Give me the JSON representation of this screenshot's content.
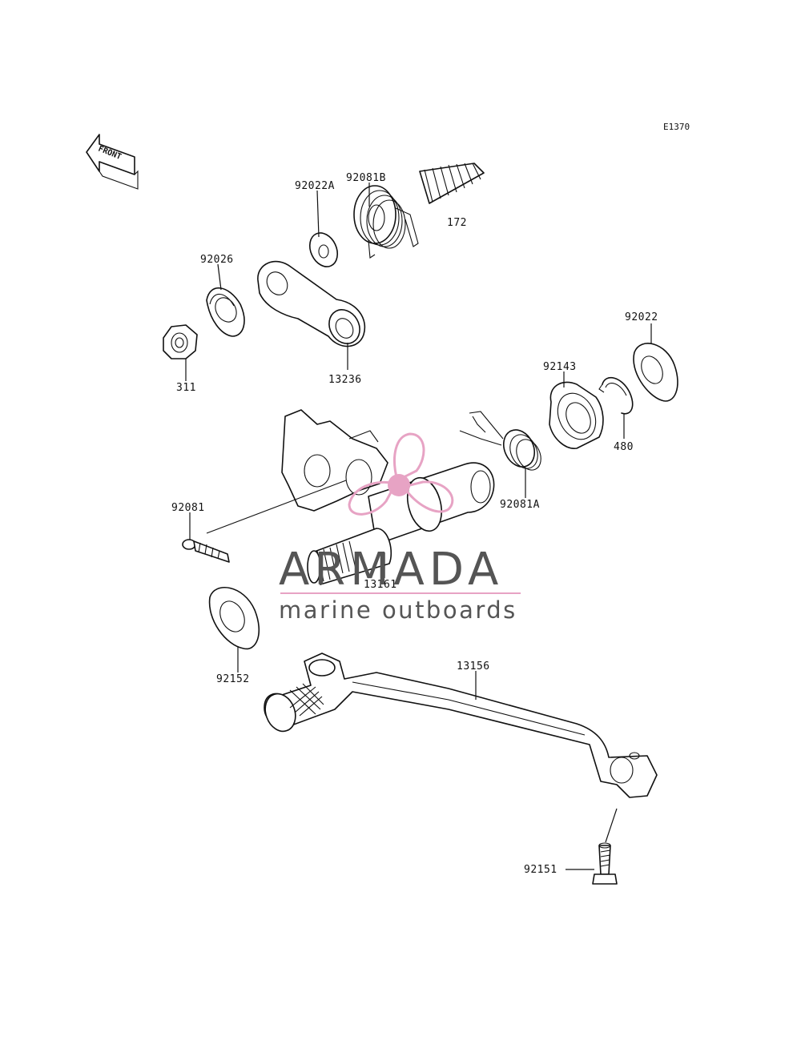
{
  "diagram": {
    "code": "E1370",
    "front_label": "FRONT",
    "parts": [
      {
        "id": "p92081b",
        "number": "92081B"
      },
      {
        "id": "p172",
        "number": "172"
      },
      {
        "id": "p92022a",
        "number": "92022A"
      },
      {
        "id": "p92026",
        "number": "92026"
      },
      {
        "id": "p311",
        "number": "311"
      },
      {
        "id": "p13236",
        "number": "13236"
      },
      {
        "id": "p92022",
        "number": "92022"
      },
      {
        "id": "p92143",
        "number": "92143"
      },
      {
        "id": "p480",
        "number": "480"
      },
      {
        "id": "p92081a",
        "number": "92081A"
      },
      {
        "id": "p92081",
        "number": "92081"
      },
      {
        "id": "p13161",
        "number": "13161"
      },
      {
        "id": "p92152",
        "number": "92152"
      },
      {
        "id": "p13156",
        "number": "13156"
      },
      {
        "id": "p92151",
        "number": "92151"
      }
    ]
  },
  "watermark": {
    "brand": "ARMADA",
    "tagline": "marine outboards",
    "text_color": "#555555",
    "accent_color": "#e7a3c4"
  }
}
